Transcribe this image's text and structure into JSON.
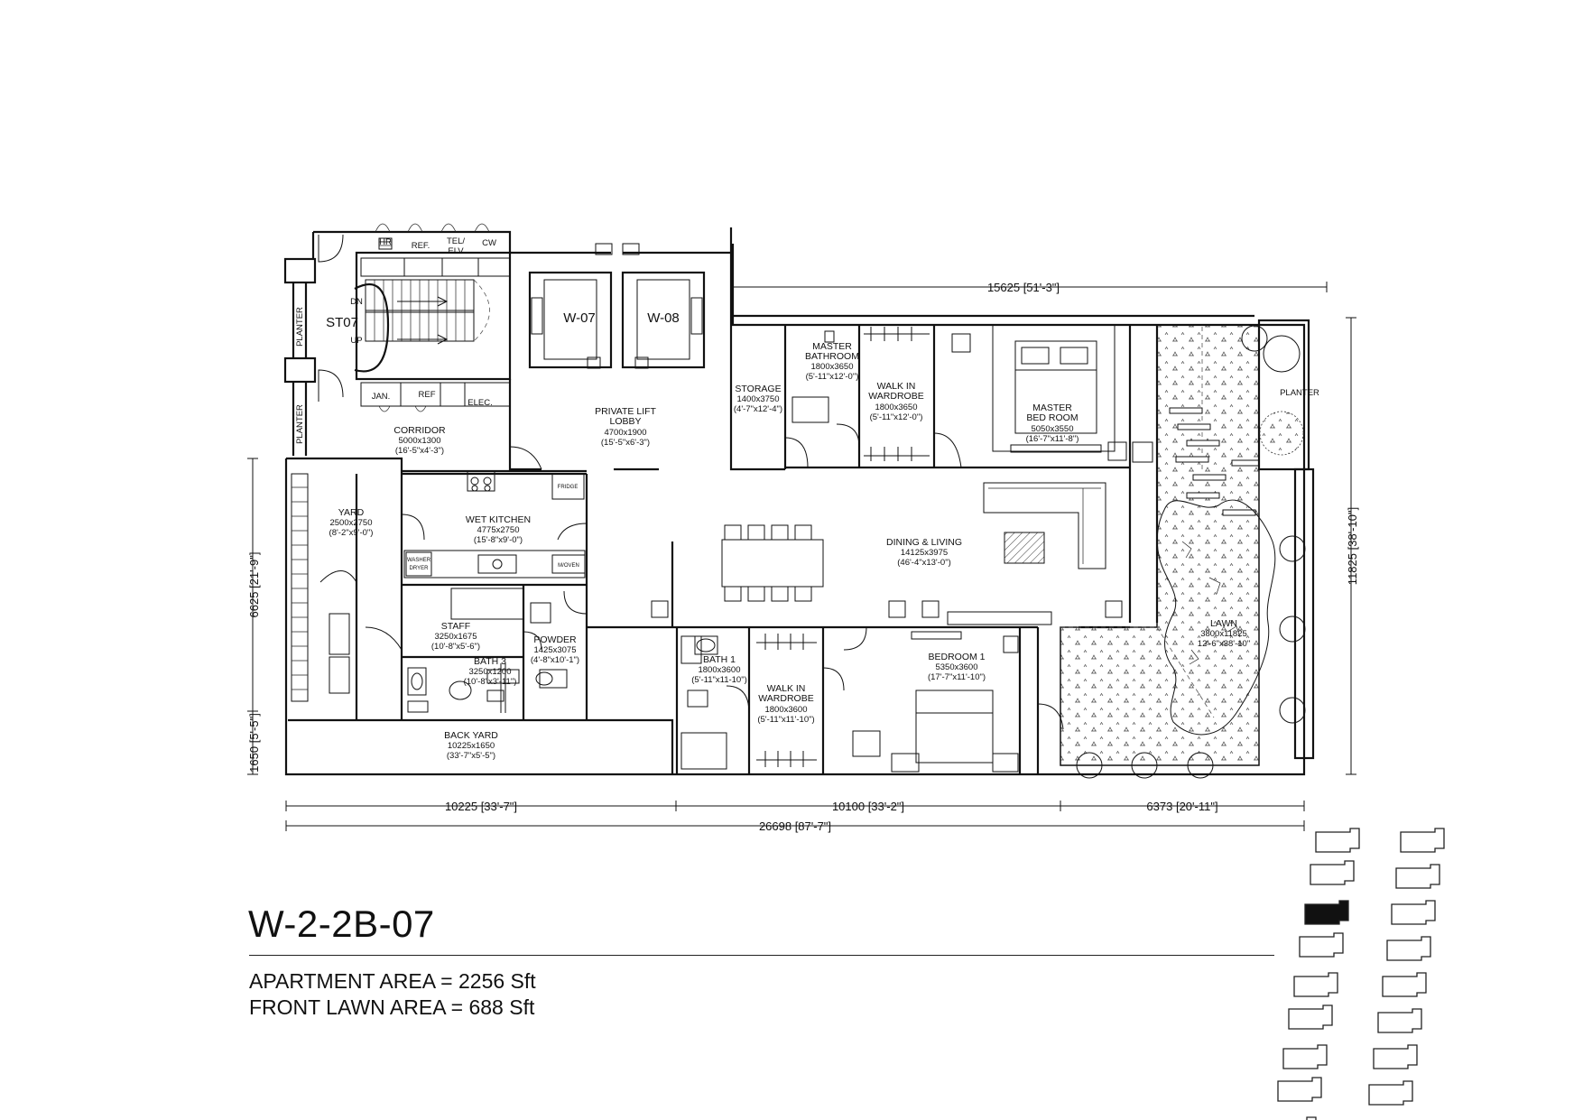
{
  "unit": {
    "title": "W-2-2B-07",
    "apartment_area": "APARTMENT AREA = 2256 Sft",
    "front_lawn_area": "FRONT LAWN AREA = 688 Sft"
  },
  "rooms": {
    "stair": {
      "name": "ST07",
      "dn": "DN",
      "up": "UP"
    },
    "planter_left_top": "PLANTER",
    "planter_left_bottom": "PLANTER",
    "planter_right": "PLANTER",
    "lift1": "W-07",
    "lift2": "W-08",
    "hr": "HR",
    "ref_top": "REF.",
    "tel": "TEL/",
    "ely": "ELV",
    "cw": "CW",
    "jan": "JAN.",
    "ref_bottom": "REF",
    "elec": "ELEC.",
    "corridor": {
      "name": "CORRIDOR",
      "size": "5000x1300",
      "imperial": "(16'-5\"x4'-3\")"
    },
    "lift_lobby": {
      "name1": "PRIVATE LIFT",
      "name2": "LOBBY",
      "size": "4700x1900",
      "imperial": "(15'-5\"x6'-3\")"
    },
    "storage": {
      "name": "STORAGE",
      "size": "1400x3750",
      "imperial": "(4'-7\"x12'-4\")"
    },
    "master_bath": {
      "name1": "MASTER",
      "name2": "BATHROOM",
      "size": "1800x3650",
      "imperial": "(5'-11\"x12'-0\")"
    },
    "walkin_master": {
      "name1": "WALK IN",
      "name2": "WARDROBE",
      "size": "1800x3650",
      "imperial": "(5'-11\"x12'-0\")"
    },
    "master_bed": {
      "name1": "MASTER",
      "name2": "BED ROOM",
      "size": "5050x3550",
      "imperial": "(16'-7\"x11'-8\")"
    },
    "yard": {
      "name": "YARD",
      "size": "2500x2750",
      "imperial": "(8'-2\"x9'-0\")"
    },
    "wet_kitchen": {
      "name": "WET KITCHEN",
      "size": "4775x2750",
      "imperial": "(15'-8\"x9'-0\")"
    },
    "fridge": "FRIDGE",
    "washer": "WASHER",
    "dryer": "DRYER",
    "oven": "M/OVEN",
    "dining": {
      "name": "DINING & LIVING",
      "size": "14125x3975",
      "imperial": "(46'-4\"x13'-0\")"
    },
    "staff": {
      "name": "STAFF",
      "size": "3250x1675",
      "imperial": "(10'-8\"x5'-6\")"
    },
    "bath3": {
      "name": "BATH 3",
      "size": "3250x1200",
      "imperial": "(10'-8\"x3'-11\")"
    },
    "powder": {
      "name": "POWDER",
      "size": "1425x3075",
      "imperial": "(4'-8\"x10'-1\")"
    },
    "bath1": {
      "name": "BATH 1",
      "size": "1800x3600",
      "imperial": "(5'-11\"x11-10\")"
    },
    "walkin_1": {
      "name1": "WALK IN",
      "name2": "WARDROBE",
      "size": "1800x3600",
      "imperial": "(5'-11\"x11'-10\")"
    },
    "bedroom1": {
      "name": "BEDROOM 1",
      "size": "5350x3600",
      "imperial": "(17'-7\"x11'-10\")"
    },
    "lawn": {
      "name": "LAWN",
      "size": "3800x11825",
      "imperial": "12'-6\"x38'-10\""
    },
    "back_yard": {
      "name": "BACK YARD",
      "size": "10225x1650",
      "imperial": "(33'-7\"x5'-5\")"
    }
  },
  "dimensions": {
    "top": "15625 [51'-3\"]",
    "right": "11825 [38'-10\"]",
    "left_upper": "6625 [21'-9\"]",
    "left_lower": "1650 [5'-5\"]",
    "bottom_1": "10225 [33'-7\"]",
    "bottom_2": "10100 [33'-2\"]",
    "bottom_3": "6373 [20'-11\"]",
    "bottom_total": "26698 [87'-7\"]"
  },
  "key_plan": {
    "highlight_color": "#111111",
    "left_units": 9,
    "right_units": 8,
    "highlighted_index": 2
  }
}
